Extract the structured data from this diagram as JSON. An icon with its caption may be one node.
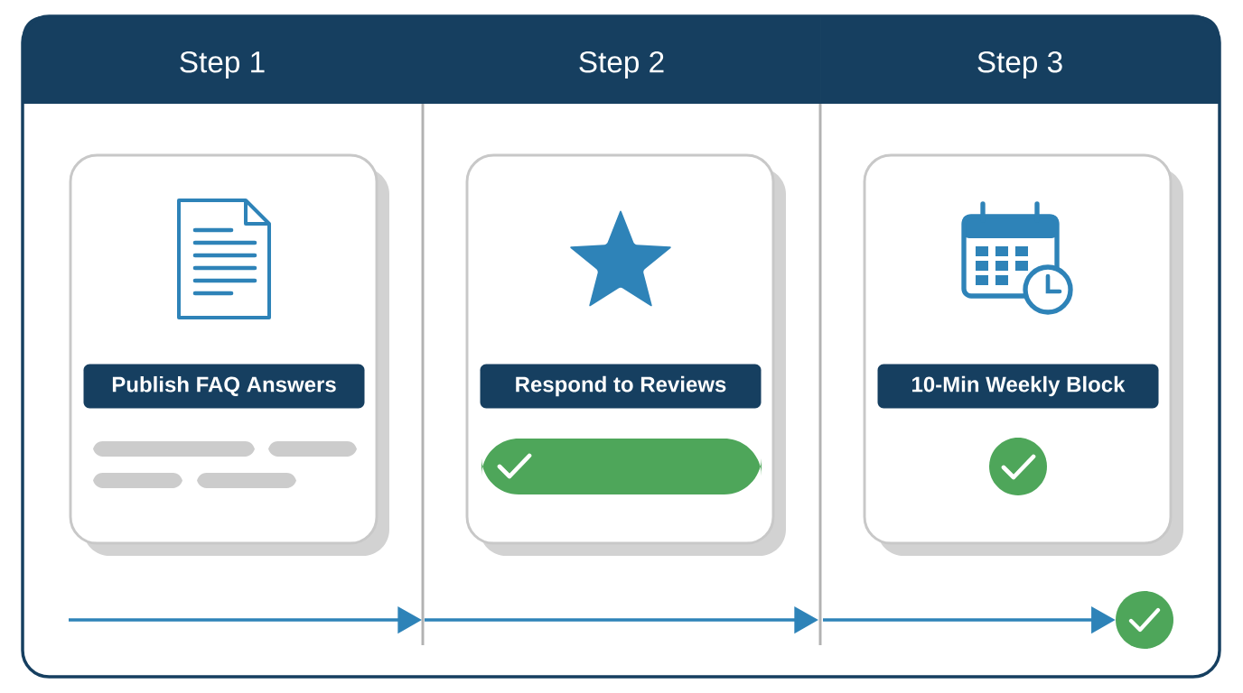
{
  "diagram": {
    "nodes": [
      {
        "text": [
          "Step 1"
        ]
      },
      {
        "text": [
          "Step 2"
        ]
      },
      {
        "text": [
          "Step 3"
        ]
      },
      {
        "text": [
          "Publish FAQ Answers"
        ]
      },
      {
        "text": [
          "Respond to Reviews"
        ]
      },
      {
        "text": [
          "10-Min Weekly Block"
        ]
      },
      {
        "text": [],
        "shape": "circle"
      }
    ],
    "edges": [
      {
        "from": null,
        "to": 6,
        "arrow": "to"
      }
    ]
  }
}
